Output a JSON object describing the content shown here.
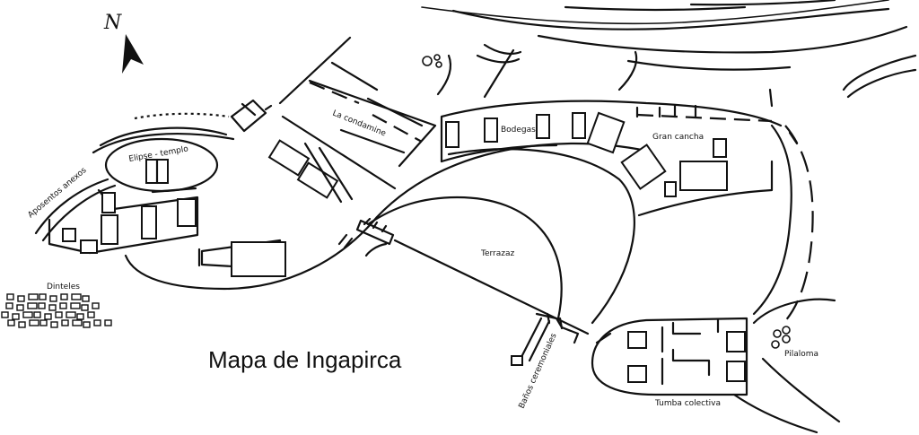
{
  "map": {
    "title": "Mapa de Ingapirca",
    "north_label": "N",
    "icons": {
      "north_arrow": "north-arrow-icon"
    },
    "labels": {
      "elipse": "Elipse - templo",
      "aposentos": "Aposentos anexos",
      "condamine": "La condamine",
      "bodegas": "Bodegas",
      "gran_cancha": "Gran cancha",
      "terrazaz": "Terrazaz",
      "dinteles": "Dinteles",
      "banos": "Baños ceremoniales",
      "tumba": "Tumba colectiva",
      "pilaloma": "Pilaloma"
    },
    "colors": {
      "ink": "#111111",
      "background": "#ffffff"
    }
  }
}
